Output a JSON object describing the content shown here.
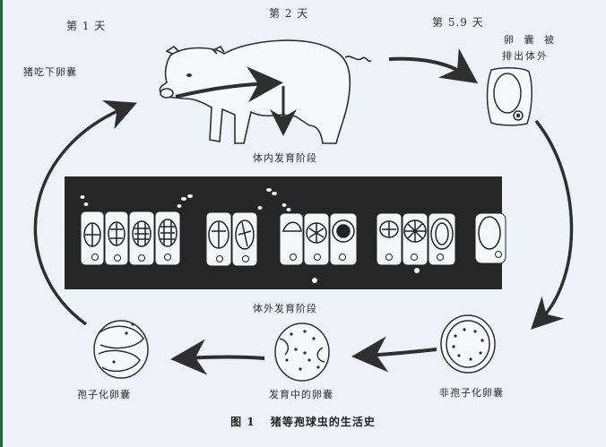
{
  "figure": {
    "number_label": "图 1",
    "title": "猪等孢球虫的生活史"
  },
  "timeline": {
    "day1": "第 1 天",
    "day2": "第 2 天",
    "day3": "第 5.9 天"
  },
  "stages": {
    "ingestion": "猪吃下卵囊",
    "internal_development": "体内发育阶段",
    "excretion_line1": "卵 囊 被",
    "excretion_line2": "排出体外",
    "external_development": "体外发育阶段",
    "unsporulated": "非孢子化卵囊",
    "developing": "发育中的卵囊",
    "sporulated": "孢子化卵囊"
  },
  "colors": {
    "background": "#eef2f8",
    "ink": "#2f2f2f",
    "panel": "#262626",
    "cell": "#f4f6f8",
    "border_accent": "#1f6b3a"
  }
}
